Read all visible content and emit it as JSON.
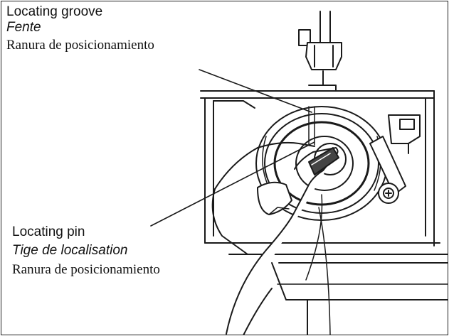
{
  "labels": {
    "groove_en": "Locating groove",
    "groove_fr": "Fente",
    "groove_es": "Ranura de posicionamiento",
    "pin_en": "Locating pin",
    "pin_fr": "Tige de localisation",
    "pin_es": "Ranura de posicionamiento"
  }
}
